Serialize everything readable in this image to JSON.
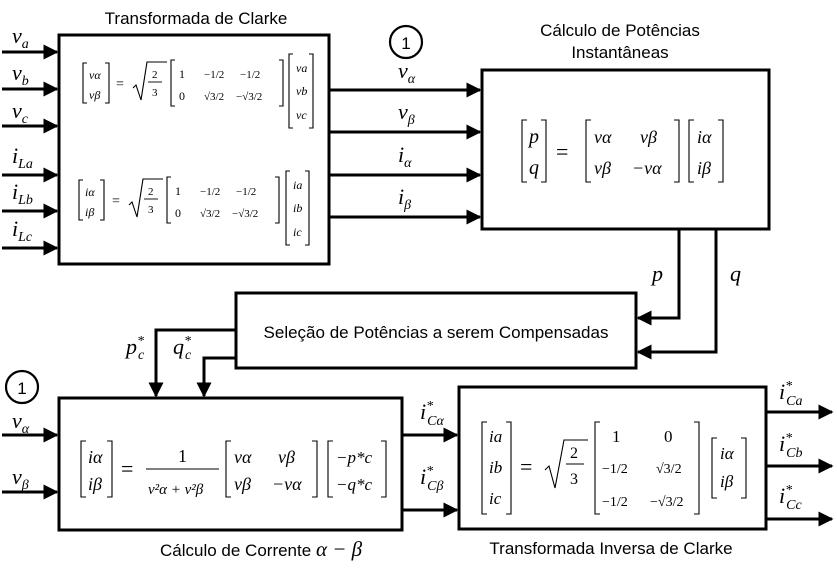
{
  "blocks": {
    "clarke_title": "Transformada de Clarke",
    "power_title_line1": "Cálculo de Potências",
    "power_title_line2": "Instantâneas",
    "selection_title": "Seleção de Potências a serem Compensadas",
    "current_title": "Cálculo de Corrente",
    "current_title_math": "α − β",
    "inverse_title": "Transformada Inversa de Clarke"
  },
  "markers": {
    "circle_top": "1",
    "circle_bottom": "1"
  },
  "signals": {
    "inputs": [
      {
        "base": "v",
        "sub": "a"
      },
      {
        "base": "v",
        "sub": "b"
      },
      {
        "base": "v",
        "sub": "c"
      },
      {
        "base": "i",
        "sub": "La"
      },
      {
        "base": "i",
        "sub": "Lb"
      },
      {
        "base": "i",
        "sub": "Lc"
      }
    ],
    "clarke_outputs": [
      {
        "base": "v",
        "sub": "α"
      },
      {
        "base": "v",
        "sub": "β"
      },
      {
        "base": "i",
        "sub": "α"
      },
      {
        "base": "i",
        "sub": "β"
      }
    ],
    "p": "p",
    "q": "q",
    "p_ref": {
      "base": "p",
      "sub": "c",
      "sup": "*"
    },
    "q_ref": {
      "base": "q",
      "sub": "c",
      "sup": "*"
    },
    "current_inputs": [
      {
        "base": "v",
        "sub": "α"
      },
      {
        "base": "v",
        "sub": "β"
      }
    ],
    "current_outputs": [
      {
        "base": "i",
        "sub": "Cα",
        "sup": "*"
      },
      {
        "base": "i",
        "sub": "Cβ",
        "sup": "*"
      }
    ],
    "final_outputs": [
      {
        "base": "i",
        "sub": "Ca",
        "sup": "*"
      },
      {
        "base": "i",
        "sub": "Cb",
        "sup": "*"
      },
      {
        "base": "i",
        "sub": "Cc",
        "sup": "*"
      }
    ]
  },
  "equations": {
    "clarke_v": {
      "lhs": [
        "vα",
        "vβ"
      ],
      "sqrt_num": "2",
      "sqrt_den": "3",
      "matrix": [
        [
          "1",
          "−1/2",
          "−1/2"
        ],
        [
          "0",
          "√3/2",
          "−√3/2"
        ]
      ],
      "rhs": [
        "va",
        "vb",
        "vc"
      ]
    },
    "clarke_i": {
      "lhs": [
        "iα",
        "iβ"
      ],
      "sqrt_num": "2",
      "sqrt_den": "3",
      "matrix": [
        [
          "1",
          "−1/2",
          "−1/2"
        ],
        [
          "0",
          "√3/2",
          "−√3/2"
        ]
      ],
      "rhs": [
        "ia",
        "ib",
        "ic"
      ]
    },
    "power": {
      "lhs": [
        "p",
        "q"
      ],
      "matrix": [
        [
          "vα",
          "vβ"
        ],
        [
          "vβ",
          "−vα"
        ]
      ],
      "rhs": [
        "iα",
        "iβ"
      ]
    },
    "current": {
      "lhs": [
        "iα",
        "iβ"
      ],
      "frac_num": "1",
      "frac_den": "v²α + v²β",
      "matrix": [
        [
          "vα",
          "vβ"
        ],
        [
          "vβ",
          "−vα"
        ]
      ],
      "rhs": [
        "−p*c",
        "−q*c"
      ]
    },
    "inverse": {
      "lhs": [
        "ia",
        "ib",
        "ic"
      ],
      "sqrt_num": "2",
      "sqrt_den": "3",
      "matrix": [
        [
          "1",
          "0"
        ],
        [
          "−1/2",
          "√3/2"
        ],
        [
          "−1/2",
          "−√3/2"
        ]
      ],
      "rhs": [
        "iα",
        "iβ"
      ]
    }
  }
}
